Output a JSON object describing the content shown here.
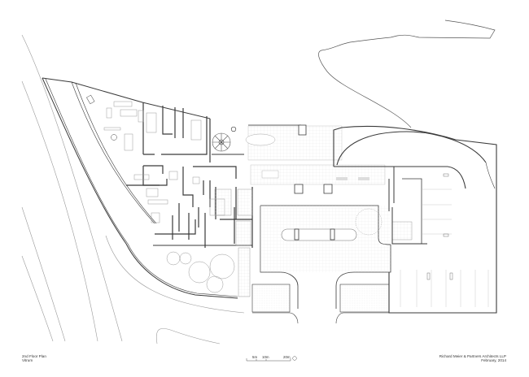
{
  "drawing": {
    "title": "2nd Floor Plan",
    "project": "Vitrum",
    "architect": "Richard Meier & Partners Architects LLP",
    "date": "February, 2014"
  },
  "scale_bar": {
    "ticks": [
      "5m",
      "10m",
      "20m"
    ],
    "north_symbol": "north-arrow"
  },
  "colors": {
    "background": "#ffffff",
    "wall": "#3a3a3a",
    "thin_line": "#9a9a9a",
    "hatch": "#dcdcdc"
  }
}
